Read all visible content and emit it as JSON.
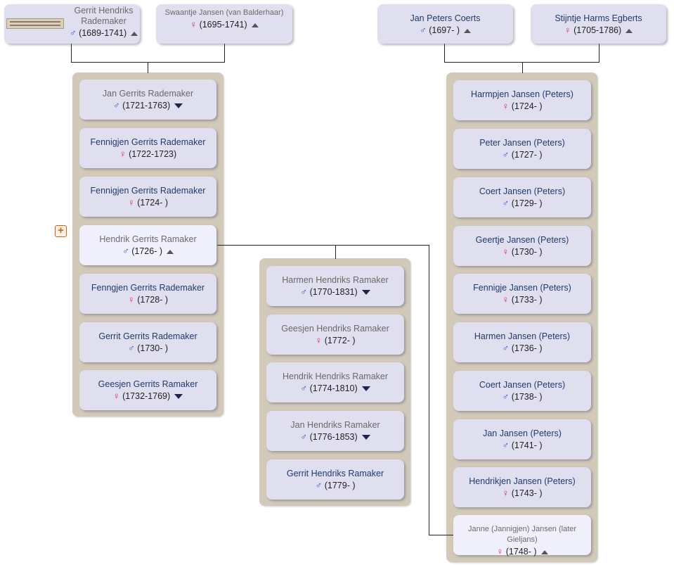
{
  "expand_button": "+",
  "grandparents": [
    {
      "name": "Gerrit Hendriks Rademaker",
      "sex": "m",
      "years": "(1689-1741)",
      "arrow": "up",
      "name_style": "grey"
    },
    {
      "name": "Swaantje Jansen (van Balderhaar)",
      "sex": "f",
      "years": "(1695-1741)",
      "arrow": "up",
      "name_style": "grey-small"
    },
    {
      "name": "Jan Peters Coerts",
      "sex": "m",
      "years": "(1697- )",
      "arrow": "up"
    },
    {
      "name": "Stijntje Harms Egberts",
      "sex": "f",
      "years": "(1705-1786)",
      "arrow": "up"
    }
  ],
  "left_children": [
    {
      "name": "Jan Gerrits Rademaker",
      "sex": "m",
      "years": "(1721-1763)",
      "arrow": "down",
      "name_style": "grey"
    },
    {
      "name": "Fennigjen Gerrits Rademaker",
      "sex": "f",
      "years": "(1722-1723)"
    },
    {
      "name": "Fennigjen Gerrits Rademaker",
      "sex": "f",
      "years": "(1724- )"
    },
    {
      "name": "Hendrik Gerrits Ramaker",
      "sex": "m",
      "years": "(1726- )",
      "arrow": "up",
      "name_style": "grey",
      "highlight": true
    },
    {
      "name": "Fenngjen Gerrits Rademaker",
      "sex": "f",
      "years": "(1728- )"
    },
    {
      "name": "Gerrit Gerrits Rademaker",
      "sex": "m",
      "years": "(1730- )"
    },
    {
      "name": "Geesjen Gerrits Ramaker",
      "sex": "f",
      "years": "(1732-1769)",
      "arrow": "down"
    }
  ],
  "middle_children": [
    {
      "name": "Harmen Hendriks Ramaker",
      "sex": "m",
      "years": "(1770-1831)",
      "arrow": "down",
      "name_style": "grey"
    },
    {
      "name": "Geesjen Hendriks Ramaker",
      "sex": "f",
      "years": "(1772- )",
      "name_style": "grey"
    },
    {
      "name": "Hendrik Hendriks Ramaker",
      "sex": "m",
      "years": "(1774-1810)",
      "arrow": "down",
      "name_style": "grey"
    },
    {
      "name": "Jan Hendriks Ramaker",
      "sex": "m",
      "years": "(1776-1853)",
      "arrow": "down",
      "name_style": "grey"
    },
    {
      "name": "Gerrit Hendriks Ramaker",
      "sex": "m",
      "years": "(1779- )"
    }
  ],
  "right_children": [
    {
      "name": "Harmpjen Jansen (Peters)",
      "sex": "f",
      "years": "(1724- )"
    },
    {
      "name": "Peter Jansen (Peters)",
      "sex": "m",
      "years": "(1727- )"
    },
    {
      "name": "Coert Jansen (Peters)",
      "sex": "m",
      "years": "(1729- )"
    },
    {
      "name": "Geertje Jansen (Peters)",
      "sex": "f",
      "years": "(1730- )"
    },
    {
      "name": "Fennigje Jansen (Peters)",
      "sex": "f",
      "years": "(1733- )"
    },
    {
      "name": "Harmen Jansen (Peters)",
      "sex": "m",
      "years": "(1736- )"
    },
    {
      "name": "Coert Jansen (Peters)",
      "sex": "m",
      "years": "(1738- )"
    },
    {
      "name": "Jan Jansen (Peters)",
      "sex": "m",
      "years": "(1741- )"
    },
    {
      "name": "Hendrikjen Jansen (Peters)",
      "sex": "f",
      "years": "(1743- )"
    },
    {
      "name": "Janne (Jannigjen) Jansen (later Gieljans)",
      "sex": "f",
      "years": "(1748- )",
      "arrow": "up",
      "name_style": "grey-small",
      "highlight": true
    }
  ],
  "colors": {
    "male_symbol": "#3b4dc8",
    "female_symbol": "#e0245e",
    "name_text": "#1f3b6e",
    "card_bg": "#dfdff0",
    "group_bg": "#d2c9b9",
    "expand_accent": "#c8641e"
  }
}
